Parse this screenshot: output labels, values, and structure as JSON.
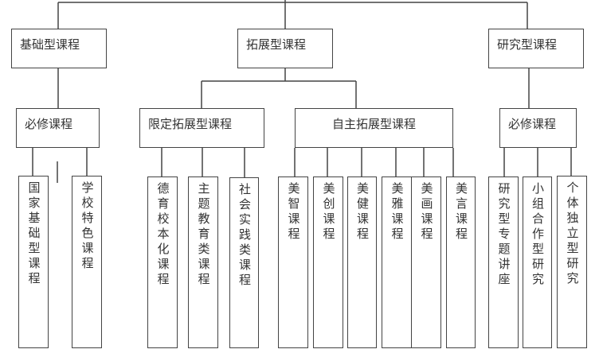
{
  "level1": [
    {
      "label": "基础型课程"
    },
    {
      "label": "拓展型课程"
    },
    {
      "label": "研究型课程"
    }
  ],
  "level2": [
    {
      "label": "必修课程"
    },
    {
      "label": "限定拓展型课程"
    },
    {
      "label": "自主拓展型课程"
    },
    {
      "label": "必修课程"
    }
  ],
  "leaves": [
    {
      "label": "国家基础型课程"
    },
    {
      "label": "学校特色课程"
    },
    {
      "label": "德育校本化课程"
    },
    {
      "label": "主题教育类课程"
    },
    {
      "label": "社会实践类课程"
    },
    {
      "label": "美智课程"
    },
    {
      "label": "美创课程"
    },
    {
      "label": "美健课程"
    },
    {
      "label": "美雅课程"
    },
    {
      "label": "美画课程"
    },
    {
      "label": "美言课程"
    },
    {
      "label": "研究型专题讲座"
    },
    {
      "label": "小组合作型研究"
    },
    {
      "label": "个体独立型研究"
    }
  ]
}
